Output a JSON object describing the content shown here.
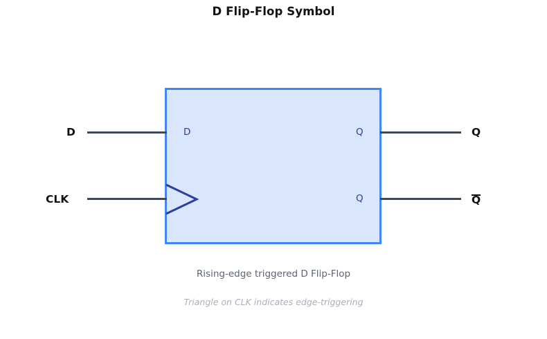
{
  "title": "D Flip-Flop Symbol",
  "symbol": {
    "inputs": [
      {
        "external_label": "D",
        "internal_label": "D",
        "name": "d"
      },
      {
        "external_label": "CLK",
        "internal_label": "",
        "name": "clk"
      }
    ],
    "outputs": [
      {
        "external_label": "Q",
        "external_overbar": false,
        "internal_label": "Q",
        "name": "q"
      },
      {
        "external_label": "Q",
        "external_overbar": true,
        "internal_label": "Q",
        "name": "qbar"
      }
    ],
    "clock_marker": "triangle-chevron-icon"
  },
  "captions": {
    "main": "Rising-edge triggered D Flip-Flop",
    "sub": "Triangle on CLK indicates edge-triggering"
  },
  "colors": {
    "box_fill": "#d9e6fc",
    "box_border": "#4285f4",
    "wire": "#3f4857",
    "port_text": "#2b3fa0",
    "pin_text": "#111111",
    "caption_main": "#5c6472",
    "caption_sub": "#a9aeb8"
  }
}
